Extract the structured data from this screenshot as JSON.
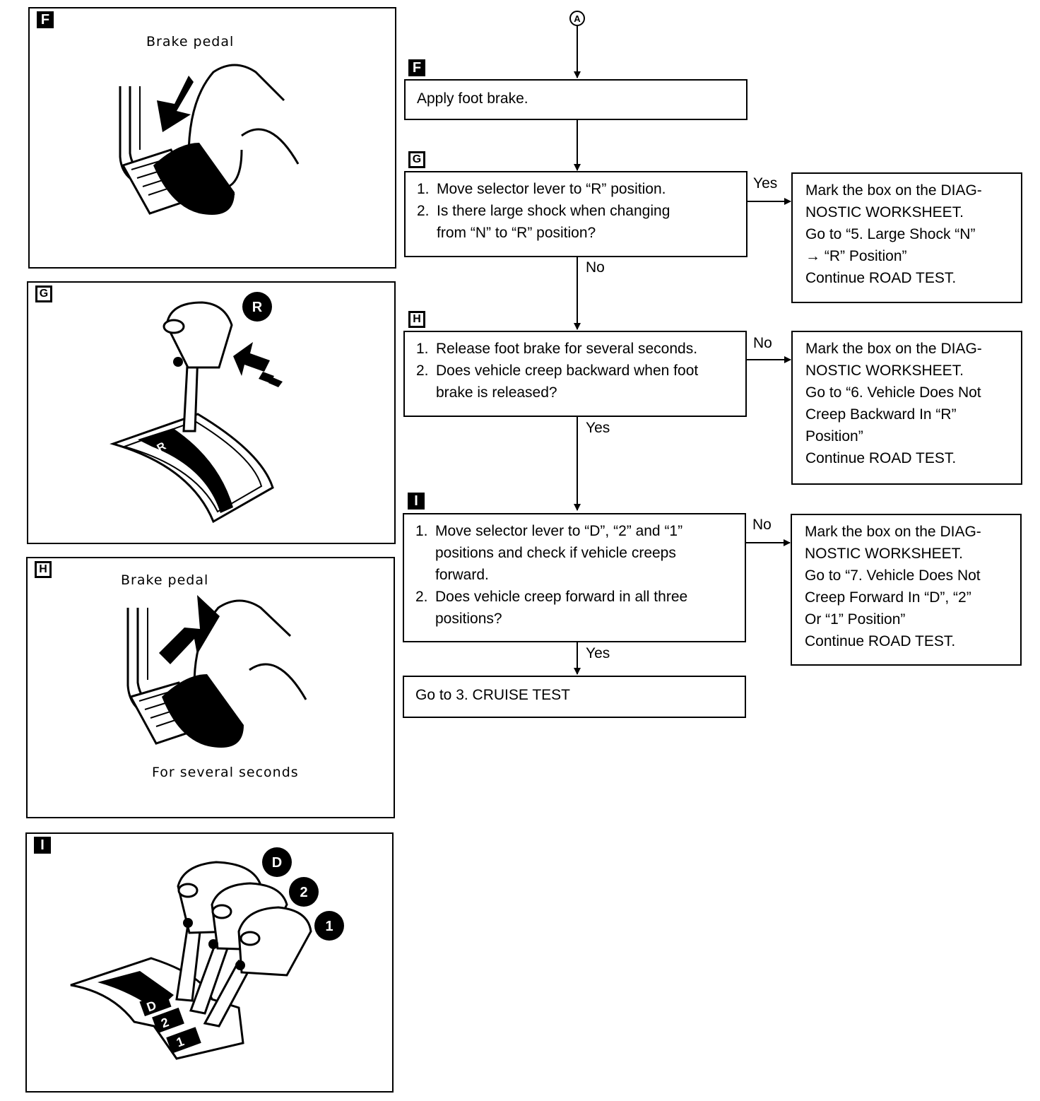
{
  "panels": {
    "F": {
      "letter": "F",
      "caption": "Brake pedal"
    },
    "G": {
      "letter": "G",
      "badge": "R",
      "plate": "R"
    },
    "H": {
      "letter": "H",
      "caption": "Brake pedal",
      "footer": "For several seconds"
    },
    "I": {
      "letter": "I",
      "badges": [
        "D",
        "2",
        "1"
      ],
      "plates": [
        "D",
        "2",
        "1"
      ]
    }
  },
  "flow": {
    "connector": "A",
    "F": {
      "letter": "F",
      "text": "Apply foot brake."
    },
    "G": {
      "letter": "G",
      "items": [
        {
          "num": "1.",
          "lines": [
            "Move selector lever to “R” position."
          ]
        },
        {
          "num": "2.",
          "lines": [
            "Is there large shock when changing",
            "from “N” to “R” position?"
          ]
        }
      ],
      "side_label": "Yes",
      "down_label": "No",
      "result_lines": [
        "Mark the box on the DIAG-",
        "NOSTIC WORKSHEET.",
        "Go to “5. Large Shock “N”",
        "→ “R” Position”",
        "Continue ROAD TEST."
      ]
    },
    "H": {
      "letter": "H",
      "items": [
        {
          "num": "1.",
          "lines": [
            "Release foot brake for several seconds."
          ]
        },
        {
          "num": "2.",
          "lines": [
            "Does vehicle creep backward when foot",
            "brake is released?"
          ]
        }
      ],
      "side_label": "No",
      "down_label": "Yes",
      "result_lines": [
        "Mark the box on the DIAG-",
        "NOSTIC WORKSHEET.",
        "Go to “6. Vehicle Does Not",
        "Creep Backward In “R”",
        "Position”",
        "Continue ROAD TEST."
      ]
    },
    "I": {
      "letter": "I",
      "items": [
        {
          "num": "1.",
          "lines": [
            "Move selector lever to “D”, “2” and “1”",
            "positions and check if vehicle creeps",
            "forward."
          ]
        },
        {
          "num": "2.",
          "lines": [
            "Does vehicle creep forward in all three",
            "positions?"
          ]
        }
      ],
      "side_label": "No",
      "down_label": "Yes",
      "result_lines": [
        "Mark the box on the DIAG-",
        "NOSTIC WORKSHEET.",
        "Go to “7. Vehicle Does Not",
        "Creep Forward In “D”, “2”",
        "Or “1” Position”",
        "Continue ROAD TEST."
      ]
    },
    "end": {
      "text": "Go to 3. CRUISE TEST"
    }
  }
}
